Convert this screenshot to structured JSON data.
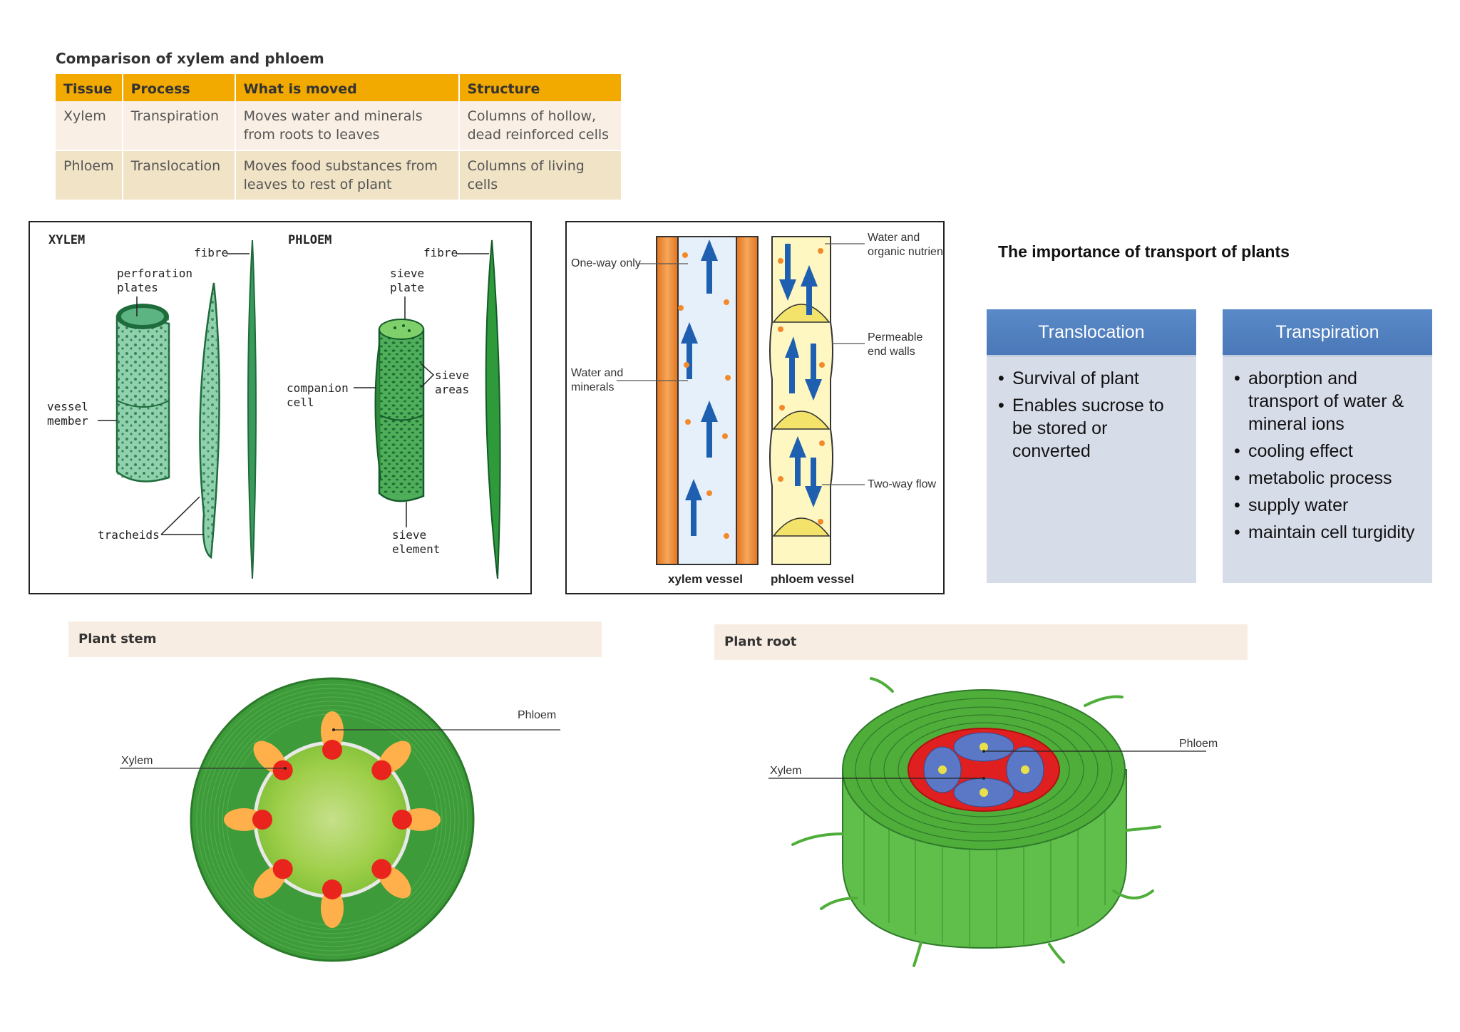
{
  "comparison": {
    "title": "Comparison of xylem and phloem",
    "headers": [
      "Tissue",
      "Process",
      "What is moved",
      "Structure"
    ],
    "rows": [
      [
        "Xylem",
        "Transpiration",
        "Moves water and minerals\nfrom roots to leaves",
        "Columns of hollow,\ndead reinforced cells"
      ],
      [
        "Phloem",
        "Translocation",
        "Moves food substances from\nleaves to rest of plant",
        "Columns of living cells"
      ]
    ]
  },
  "cells_diagram": {
    "xylem_heading": "XYLEM",
    "phloem_heading": "PHLOEM",
    "labels": {
      "fibre_left": "fibre",
      "perforation_plates_1": "perforation",
      "perforation_plates_2": "plates",
      "vessel_member_1": "vessel",
      "vessel_member_2": "member",
      "tracheids": "tracheids",
      "fibre_right": "fibre",
      "sieve_plate_1": "sieve",
      "sieve_plate_2": "plate",
      "companion_cell_1": "companion",
      "companion_cell_2": "cell",
      "sieve_areas_1": "sieve",
      "sieve_areas_2": "areas",
      "sieve_element_1": "sieve",
      "sieve_element_2": "element"
    }
  },
  "vessels_diagram": {
    "labels": {
      "one_way": "One-way only",
      "water_minerals_1": "Water and",
      "water_minerals_2": "minerals",
      "water_organic_1": "Water and",
      "water_organic_2": "organic nutrients",
      "permeable_1": "Permeable",
      "permeable_2": "end walls",
      "two_way": "Two-way flow",
      "xylem_vessel": "xylem vessel",
      "phloem_vessel": "phloem vessel"
    }
  },
  "importance": {
    "title": "The importance of transport of plants",
    "cards": [
      {
        "heading": "Translocation",
        "items": [
          "Survival of plant",
          "Enables sucrose to be stored or converted"
        ]
      },
      {
        "heading": "Transpiration",
        "items": [
          "aborption and transport of water & mineral ions",
          "cooling effect",
          "metabolic process",
          "supply water",
          "maintain cell turgidity"
        ]
      }
    ]
  },
  "stem": {
    "heading": "Plant stem",
    "phloem_label": "Phloem",
    "xylem_label": "Xylem"
  },
  "root": {
    "heading": "Plant root",
    "phloem_label": "Phloem",
    "xylem_label": "Xylem"
  },
  "colors": {
    "table_header": "#f2a900",
    "card_header": "#4f81bd",
    "card_body": "#d7dce9",
    "stem_green": "#3e9b3a",
    "root_red": "#e02020"
  }
}
